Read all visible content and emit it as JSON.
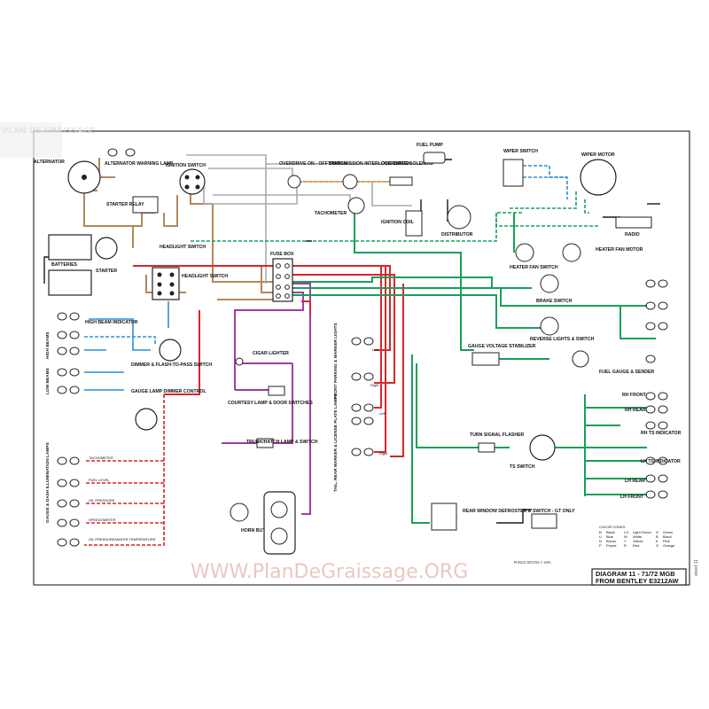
{
  "logo_text": "PLAN DE GRAISSAGE",
  "watermark": "WWW.PlanDeGraissage.ORG",
  "title_lines": [
    "DIAGRAM 11 - 71/72 MGB",
    "FROM BENTLEY E3212AW"
  ],
  "publication": "PUBLICATIONS © 2005",
  "sheet_label": "sheet 11",
  "color_codes_heading": "COLOR CODES",
  "wire_colors": {
    "brown": "#b3875a",
    "red": "#d9262b",
    "red_dashed": "#d9262b",
    "green": "#18a05a",
    "blue": "#2f8fd6",
    "purple": "#a23c9e",
    "gray": "#9aa0a6",
    "white": "#bfbfbf",
    "black": "#1a1a1a",
    "orange": "#e8902a"
  },
  "labels": {
    "alternator": "ALTERNATOR",
    "alt_warning": "ALTERNATOR WARNING LAMP",
    "ignition": "IGNITION SWITCH",
    "starter_relay": "STARTER RELAY",
    "headlight_switch_top": "HEADLIGHT SWITCH",
    "batteries": "BATTERIES",
    "starter": "STARTER",
    "overdrive_onoff": "OVERDRIVE ON - OFF SWITCH",
    "trans_interlock": "TRANSMISSION INTERLOCK SWITCH",
    "overdrive_solenoid": "OVERDRIVE SOLENOID",
    "fuel_pump": "FUEL PUMP",
    "tachometer": "TACHOMETER",
    "ignition_coil": "IGNITION COIL",
    "distributor": "DISTRIBUTOR",
    "wiper_switch": "WIPER SWITCH",
    "wiper_motor": "WIPER MOTOR",
    "radio": "RADIO",
    "heater_fan_switch": "HEATER FAN SWITCH",
    "heater_fan_motor": "HEATER FAN MOTOR",
    "brake_switch": "BRAKE SWITCH",
    "reverse_lights": "REVERSE LIGHTS & SWITCH",
    "gauge_voltage": "GAUGE VOLTAGE STABILIZER",
    "fuel_gauge": "FUEL GAUGE & SENDER",
    "fuse_box": "FUSE BOX",
    "headlight_switch": "HEADLIGHT SWITCH",
    "high_beam_ind": "HIGH BEAM INDICATOR",
    "high_beams": "HIGH BEAMS",
    "low_beams": "LOW BEAMS",
    "dimmer": "DIMMER & FLASH-TO-PASS SWITCH",
    "gauge_lamp_dimmer": "GAUGE LAMP DIMMER CONTROL",
    "cigar": "CIGAR LIGHTER",
    "courtesy": "COURTESY LAMP & DOOR SWITCHES",
    "trunk": "TRUNK/HATCH LAMP & SWITCH",
    "horn": "HORN BUTTON",
    "front_parking": "FRONT PARKING & MARKER LIGHTS",
    "tail_rear": "TAIL, REAR MARKER & LICENSE PLATE LAMPS",
    "left": "Left",
    "right": "Right",
    "turn_flasher": "TURN SIGNAL FLASHER",
    "ts_switch": "TS SWITCH",
    "rh_front": "RH FRONT",
    "rh_rear": "RH REAR",
    "rh_ts": "RH TS INDICATOR",
    "lh_ts": "LH TS INDICATOR",
    "lh_rear": "LH REAR",
    "lh_front": "LH FRONT",
    "rear_defroster": "REAR WINDOW DEFROSTER & SWITCH - GT ONLY",
    "gauge_dash": "GAUGE & DASH ILLUMINATION LAMPS",
    "tachometer_small": "TACHOMETER",
    "fuel_level": "FUEL LEVEL",
    "oil_pressure": "OIL PRESSURE",
    "speedometer": "SPEEDOMETER",
    "oil_temp": "OIL PRESSURE/WATER TEMPERATURE"
  },
  "color_code_table": [
    [
      "B",
      "Black",
      "LG",
      "Light Green",
      "G",
      "Green"
    ],
    [
      "U",
      "Blue",
      "W",
      "White",
      "B",
      "Black"
    ],
    [
      "N",
      "Brown",
      "Y",
      "Yellow",
      "K",
      "Pink"
    ],
    [
      "P",
      "Purple",
      "R",
      "Red",
      "O",
      "Orange"
    ]
  ]
}
